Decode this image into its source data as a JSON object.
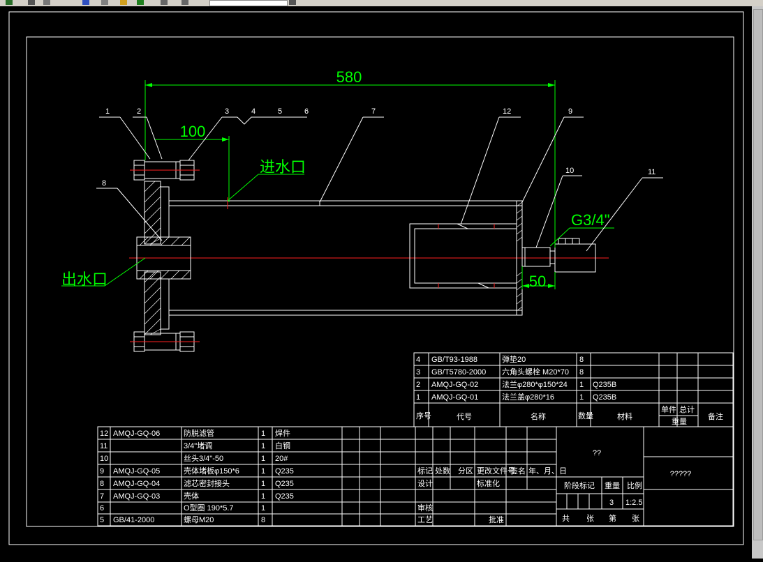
{
  "dimensions": {
    "overall": "580",
    "inlet_offset": "100",
    "stub_length": "50",
    "thread": "G3/4\""
  },
  "labels": {
    "inlet": "进水口",
    "outlet": "出水口"
  },
  "balloons": [
    "1",
    "2",
    "3",
    "4",
    "5",
    "6",
    "7",
    "8",
    "9",
    "10",
    "11",
    "12"
  ],
  "parts_upper": [
    {
      "no": "4",
      "code": "GB/T93-1988",
      "name": "弹垫20",
      "qty": "8",
      "mat": ""
    },
    {
      "no": "3",
      "code": "GB/T5780-2000",
      "name": "六角头螺栓 M20*70",
      "qty": "8",
      "mat": ""
    },
    {
      "no": "2",
      "code": "AMQJ-GQ-02",
      "name": "法兰φ280*φ150*24",
      "qty": "1",
      "mat": "Q235B"
    },
    {
      "no": "1",
      "code": "AMQJ-GQ-01",
      "name": "法兰盖φ280*16",
      "qty": "1",
      "mat": "Q235B"
    }
  ],
  "parts_lower": [
    {
      "no": "12",
      "code": "AMQJ-GQ-06",
      "name": "防脱滤管",
      "qty": "1",
      "mat": "焊件"
    },
    {
      "no": "11",
      "code": "",
      "name": "3/4\"堵调",
      "qty": "1",
      "mat": "白钢"
    },
    {
      "no": "10",
      "code": "",
      "name": "丝头3/4\"-50",
      "qty": "1",
      "mat": "20#"
    },
    {
      "no": "9",
      "code": "AMQJ-GQ-05",
      "name": "壳体堵板φ150*6",
      "qty": "1",
      "mat": "Q235"
    },
    {
      "no": "8",
      "code": "AMQJ-GQ-04",
      "name": "滤芯密封接头",
      "qty": "1",
      "mat": "Q235"
    },
    {
      "no": "7",
      "code": "AMQJ-GQ-03",
      "name": "壳体",
      "qty": "1",
      "mat": "Q235"
    },
    {
      "no": "6",
      "code": "",
      "name": "O型圈 190*5.7",
      "qty": "1",
      "mat": ""
    },
    {
      "no": "5",
      "code": "GB/41-2000",
      "name": "螺母M20",
      "qty": "8",
      "mat": ""
    }
  ],
  "header": {
    "no": "序号",
    "code": "代号",
    "name": "名称",
    "qty": "数量",
    "mat": "材料",
    "unit": "单件",
    "total": "总计",
    "weight": "重量",
    "remark": "备注"
  },
  "title_block": {
    "mark": "标记",
    "count": "处数",
    "zone": "分区",
    "change_doc": "更改文件号",
    "sign": "签名",
    "date": "年、月、日",
    "design": "设计",
    "standardize": "标准化",
    "review": "审核",
    "process": "工艺",
    "approve": "批准",
    "stage_mark": "阶段标记",
    "weight": "重量",
    "scale": "比例",
    "weight_val": "3",
    "scale_val": "1:2.5",
    "total_sheets": "共",
    "sheet": "张",
    "page": "第",
    "page_sheet": "张",
    "drawing_name": "??",
    "drawing_no": "?????"
  }
}
